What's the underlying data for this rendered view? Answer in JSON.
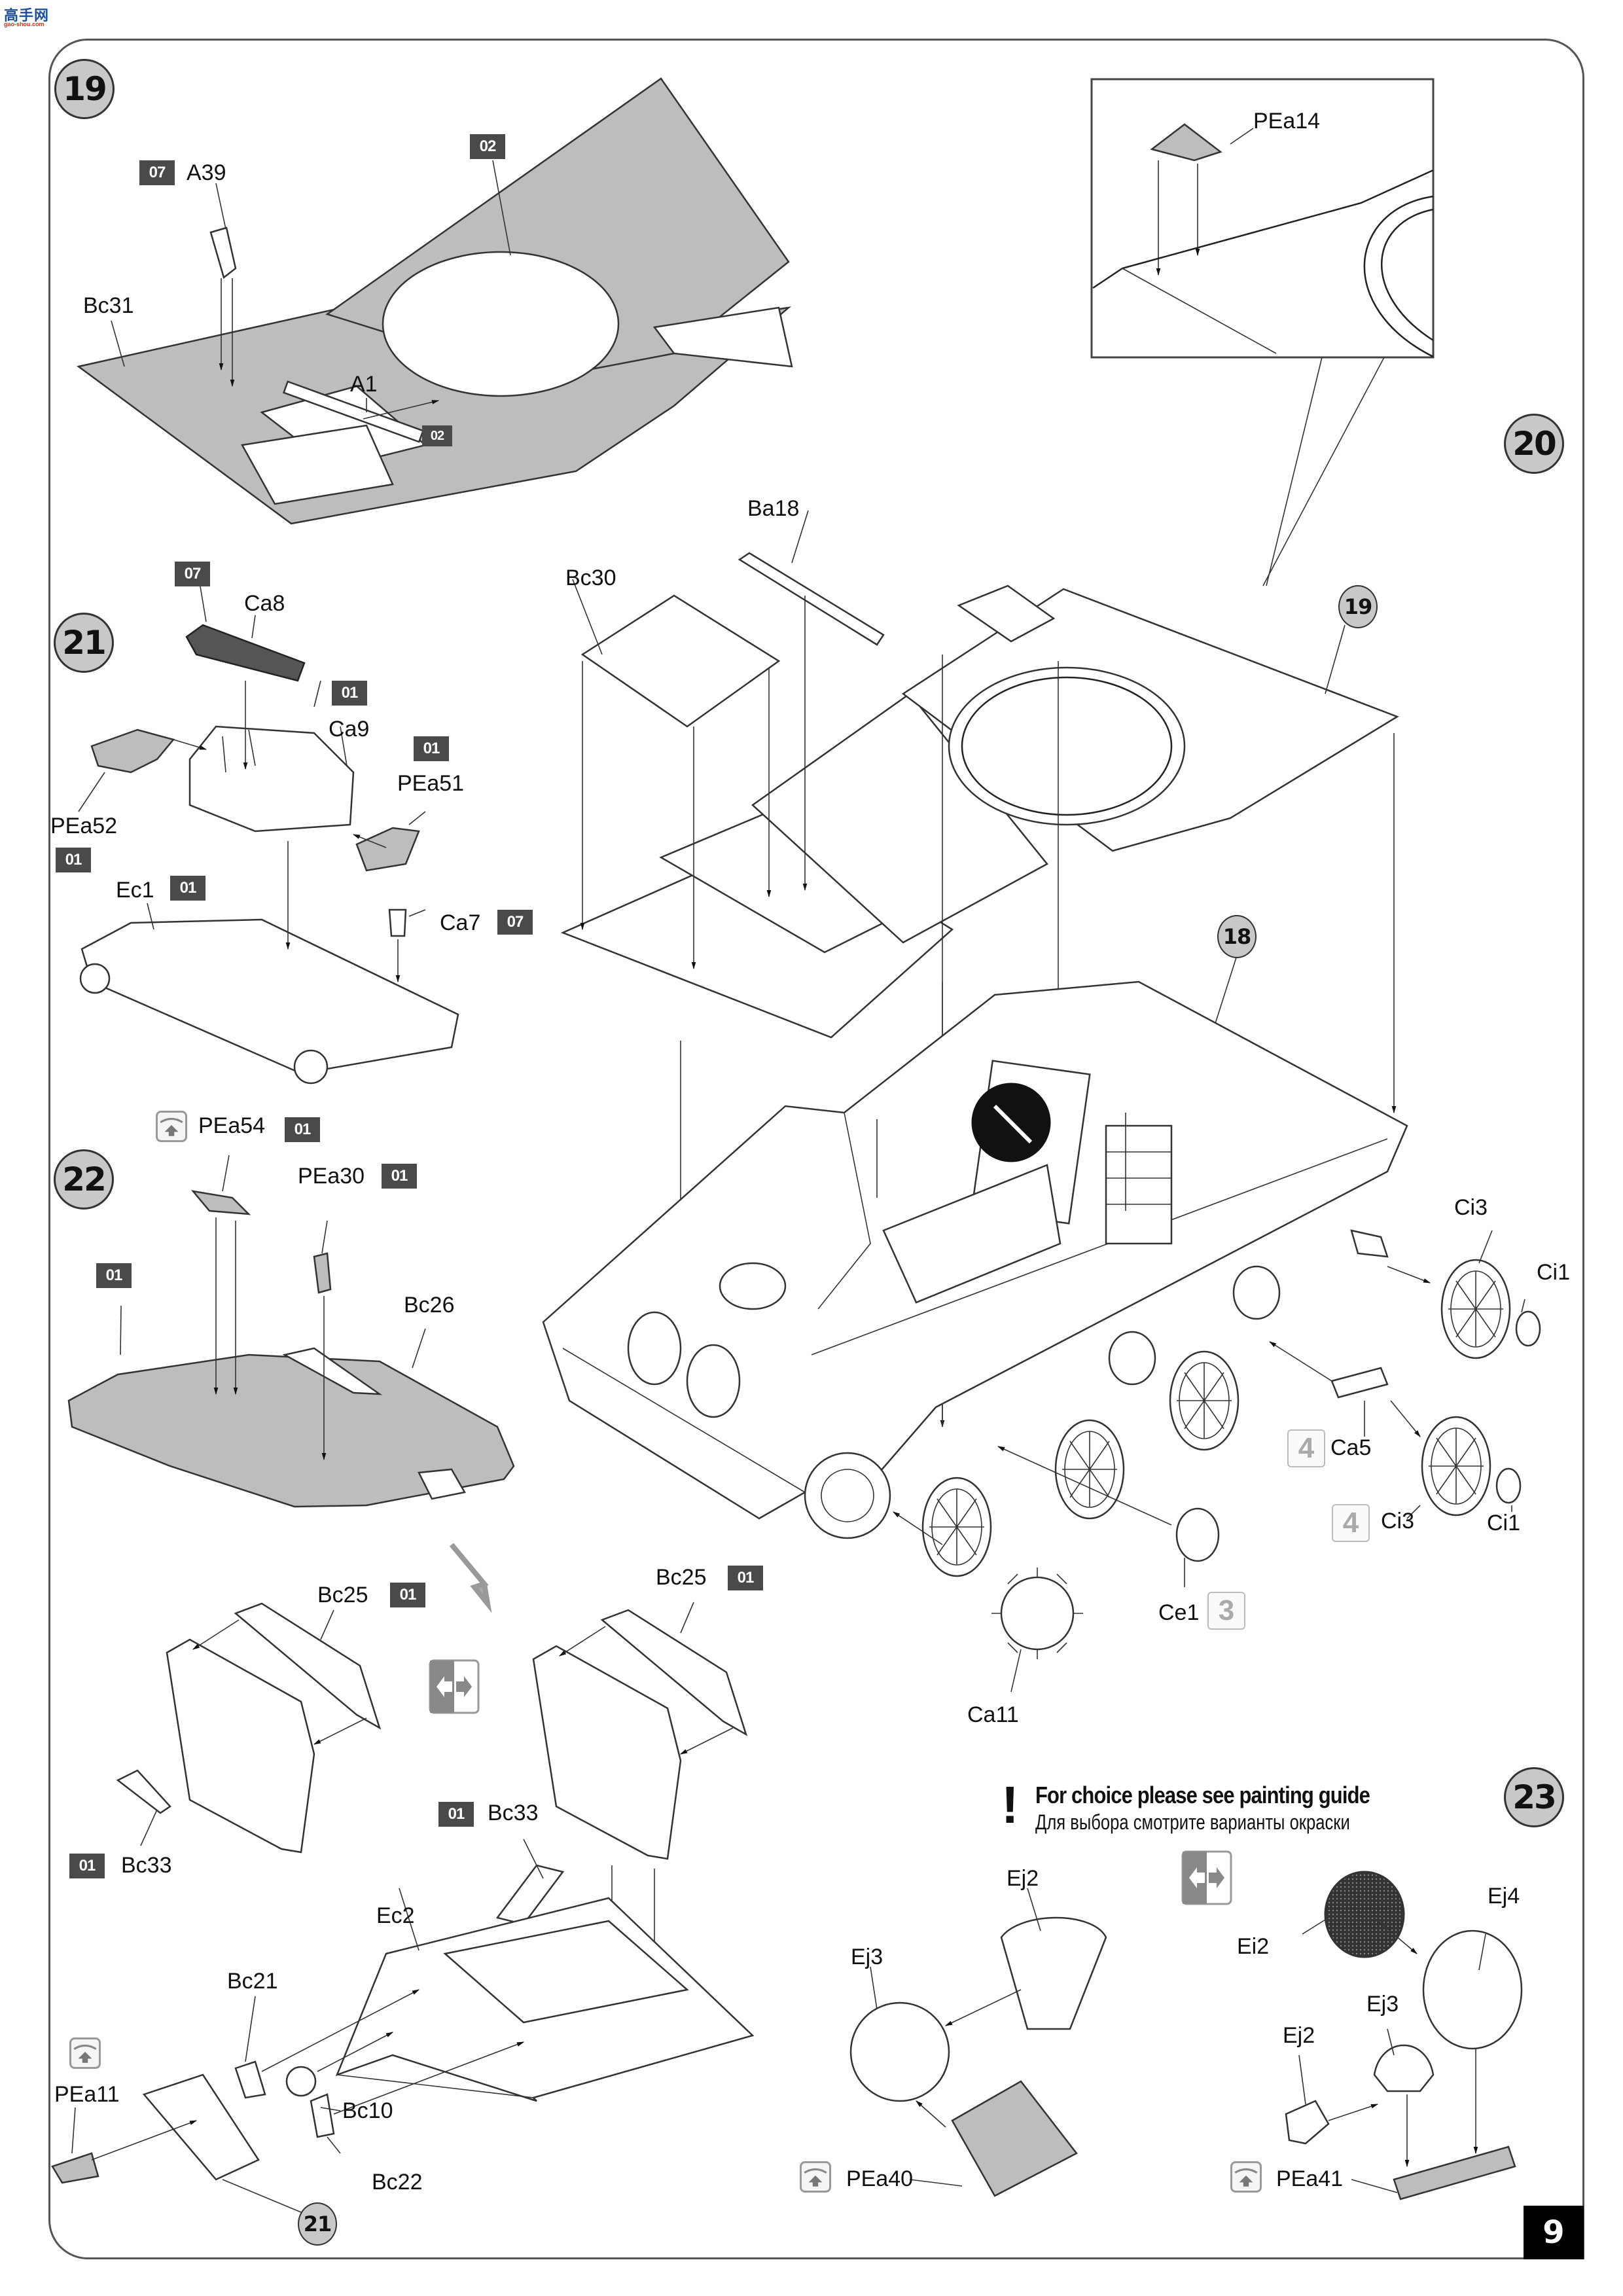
{
  "watermark": {
    "name": "高手网",
    "url": "gao-shou.com"
  },
  "page_number": "9",
  "steps": {
    "s19": "19",
    "s20": "20",
    "s21": "21",
    "s22": "22",
    "s23": "23",
    "ref19": "19",
    "ref18": "18",
    "ref21": "21"
  },
  "step19": {
    "parts": [
      {
        "label": "A39",
        "color": "07"
      },
      {
        "label": "Bc31"
      },
      {
        "label": "A1",
        "color": "02"
      }
    ],
    "hull_color": "02"
  },
  "step20": {
    "inset_part": "PEa14",
    "parts": {
      "Ba18": "Ba18",
      "Bc30": "Bc30",
      "Ci3_top": "Ci3",
      "Ci1_top": "Ci1",
      "Ca5": "Ca5",
      "Ca5_qty": "4",
      "Ci3_bottom": "Ci3",
      "Ci3_qty": "4",
      "Ci1_bottom": "Ci1",
      "Ce1": "Ce1",
      "Ce1_qty": "3",
      "Ca11": "Ca11"
    }
  },
  "step21": {
    "parts": {
      "Ca8": "Ca8",
      "Ca8_color": "07",
      "Ca9": "Ca9",
      "Ca9_color": "01",
      "PEa51": "PEa51",
      "PEa51_color": "01",
      "PEa52": "PEa52",
      "PEa52_color": "01",
      "Ec1": "Ec1",
      "Ec1_color": "01",
      "Ca7": "Ca7",
      "Ca7_color": "07"
    }
  },
  "step22": {
    "parts": {
      "PEa54": "PEa54",
      "PEa54_color": "01",
      "PEa30": "PEa30",
      "PEa30_color": "01",
      "Bc26": "Bc26",
      "Bc26_color": "01",
      "Bc25_left": "Bc25",
      "Bc25_left_color": "01",
      "Bc25_right": "Bc25",
      "Bc25_right_color": "01",
      "Bc33_left": "Bc33",
      "Bc33_left_color": "01",
      "Bc33_right": "Bc33",
      "Bc33_right_color": "01",
      "Ec2": "Ec2",
      "Bc21": "Bc21",
      "Bc10": "Bc10",
      "Bc22": "Bc22",
      "PEa11": "PEa11"
    }
  },
  "step23": {
    "note_en": "For choice please see painting guide",
    "note_ru": "Для выбора смотрите варианты окраски",
    "parts": {
      "Ej2_left": "Ej2",
      "Ej3_left": "Ej3",
      "PEa40": "PEa40",
      "Ei2": "Ei2",
      "Ej4": "Ej4",
      "Ej3_right": "Ej3",
      "Ej2_right": "Ej2",
      "PEa41": "PEa41"
    }
  },
  "colors": {
    "badge_bg": "#4a4a4a",
    "step_circle": "#c8c8c8",
    "part_fill": "#bdbdbd"
  }
}
